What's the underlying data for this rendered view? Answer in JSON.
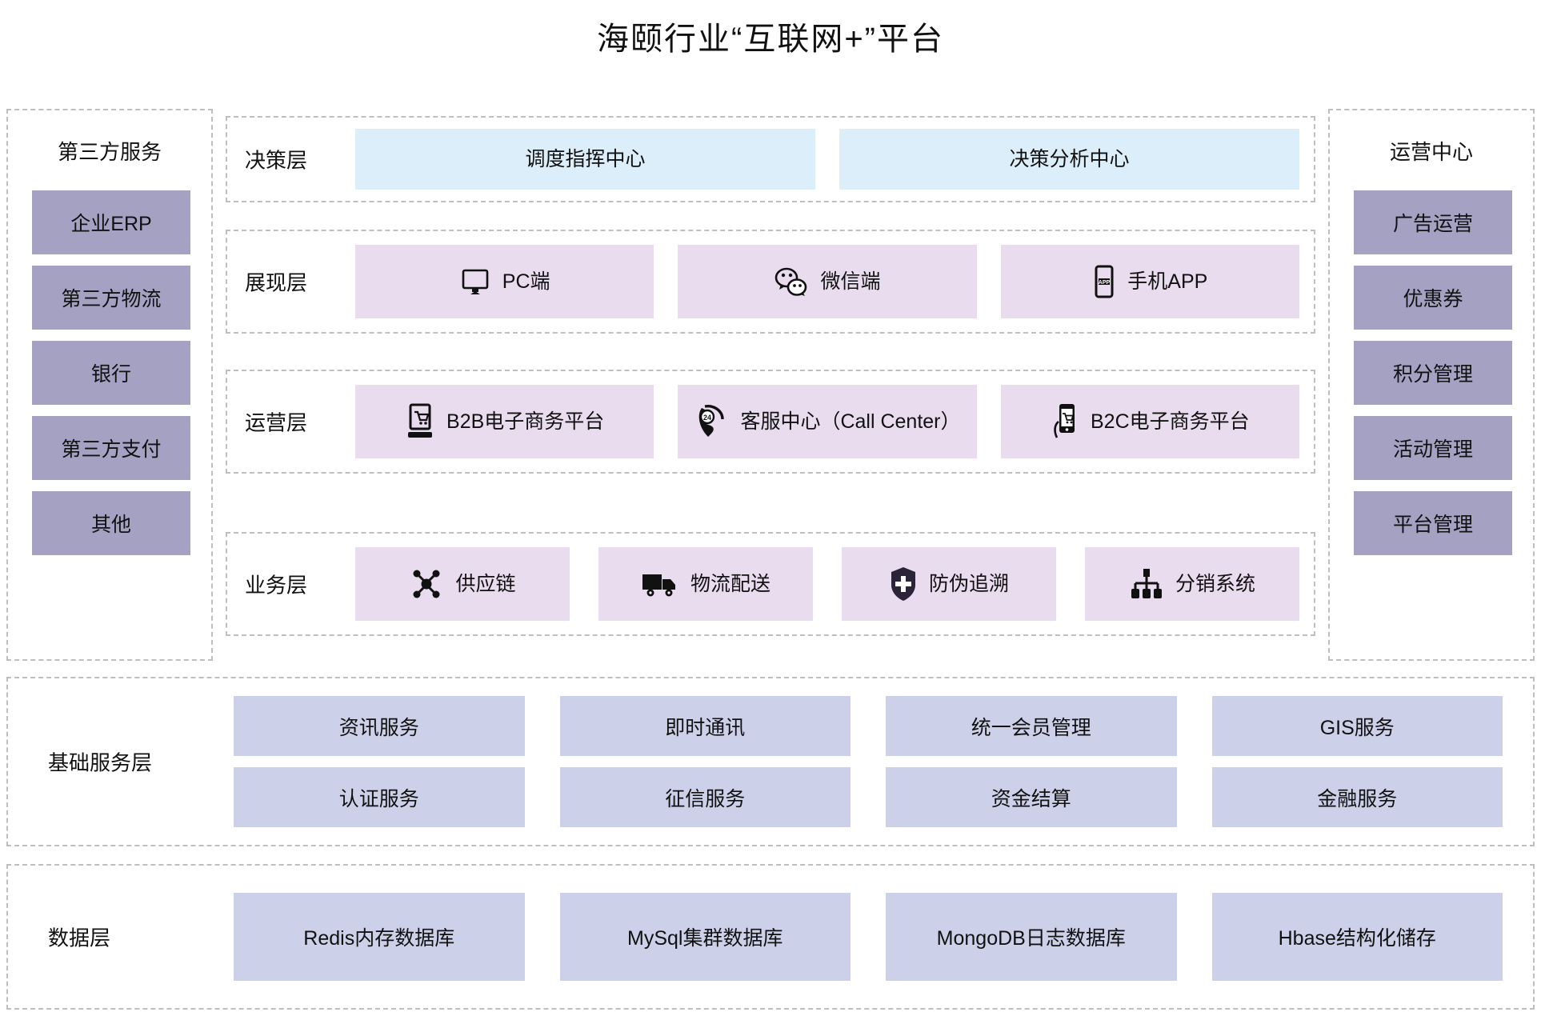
{
  "title": "海颐行业“互联网+”平台",
  "colors": {
    "sidebar_box": "#a5a1c3",
    "decision_box": "#ddeefb",
    "layer_box": "#e9dcee",
    "service_box": "#ccd0e8",
    "dashed_border": "#bfbfbf",
    "text": "#111111"
  },
  "side_left": {
    "title": "第三方服务",
    "items": [
      {
        "label": "企业ERP"
      },
      {
        "label": "第三方物流"
      },
      {
        "label": "银行"
      },
      {
        "label": "第三方支付"
      },
      {
        "label": "其他"
      }
    ]
  },
  "side_right": {
    "title": "运营中心",
    "items": [
      {
        "label": "广告运营"
      },
      {
        "label": "优惠券"
      },
      {
        "label": "积分管理"
      },
      {
        "label": "活动管理"
      },
      {
        "label": "平台管理"
      }
    ]
  },
  "rows": {
    "decision": {
      "label": "决策层",
      "cells": [
        {
          "label": "调度指挥中心",
          "icon": "none"
        },
        {
          "label": "决策分析中心",
          "icon": "none"
        }
      ]
    },
    "presentation": {
      "label": "展现层",
      "cells": [
        {
          "label": "PC端",
          "icon": "monitor-icon"
        },
        {
          "label": "微信端",
          "icon": "wechat-icon"
        },
        {
          "label": "手机APP",
          "icon": "mobile-app-icon"
        }
      ]
    },
    "operation": {
      "label": "运营层",
      "cells": [
        {
          "label": "B2B电子商务平台",
          "icon": "desktop-cart-icon"
        },
        {
          "label": "客服中心（Call Center）",
          "icon": "phone-24-icon"
        },
        {
          "label": "B2C电子商务平台",
          "icon": "mobile-cart-icon"
        }
      ]
    },
    "business": {
      "label": "业务层",
      "cells": [
        {
          "label": "供应链",
          "icon": "supply-chain-icon"
        },
        {
          "label": "物流配送",
          "icon": "truck-icon"
        },
        {
          "label": "防伪追溯",
          "icon": "shield-icon"
        },
        {
          "label": "分销系统",
          "icon": "distribution-icon"
        }
      ]
    }
  },
  "base_service": {
    "label": "基础服务层",
    "rows": [
      [
        {
          "label": "资讯服务"
        },
        {
          "label": "即时通讯"
        },
        {
          "label": "统一会员管理"
        },
        {
          "label": "GIS服务"
        }
      ],
      [
        {
          "label": "认证服务"
        },
        {
          "label": "征信服务"
        },
        {
          "label": "资金结算"
        },
        {
          "label": "金融服务"
        }
      ]
    ]
  },
  "data_layer": {
    "label": "数据层",
    "rows": [
      [
        {
          "label": "Redis内存数据库"
        },
        {
          "label": "MySql集群数据库"
        },
        {
          "label": "MongoDB日志数据库"
        },
        {
          "label": "Hbase结构化储存"
        }
      ]
    ]
  }
}
